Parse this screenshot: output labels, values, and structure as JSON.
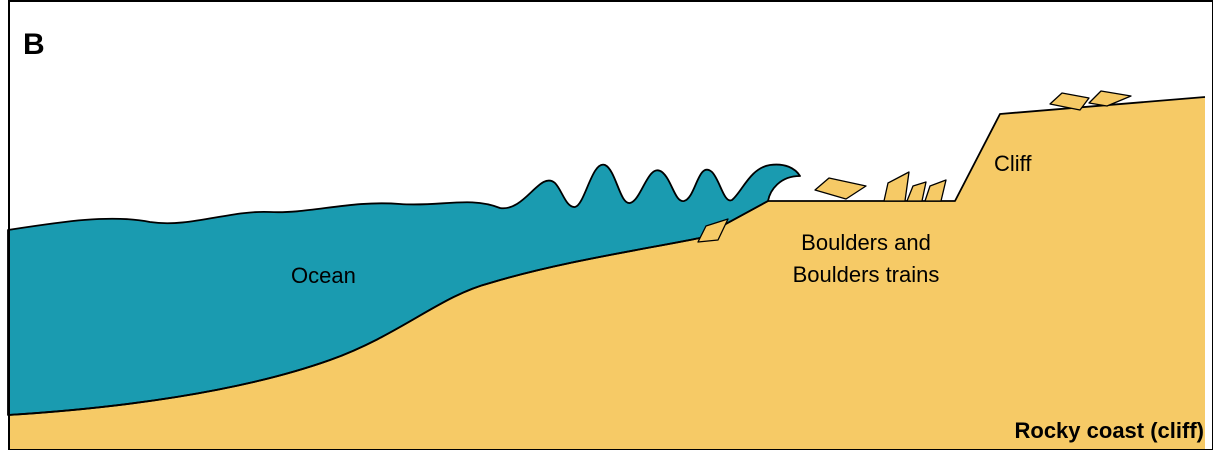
{
  "panel_letter": "B",
  "labels": {
    "ocean": "Ocean",
    "boulders_line1": "Boulders and",
    "boulders_line2": "Boulders trains",
    "cliff": "Cliff"
  },
  "title": "Rocky coast (cliff)",
  "colors": {
    "sand": "#f6ca66",
    "ocean": "#1a9bb0",
    "outline": "#000000",
    "background": "#ffffff"
  }
}
